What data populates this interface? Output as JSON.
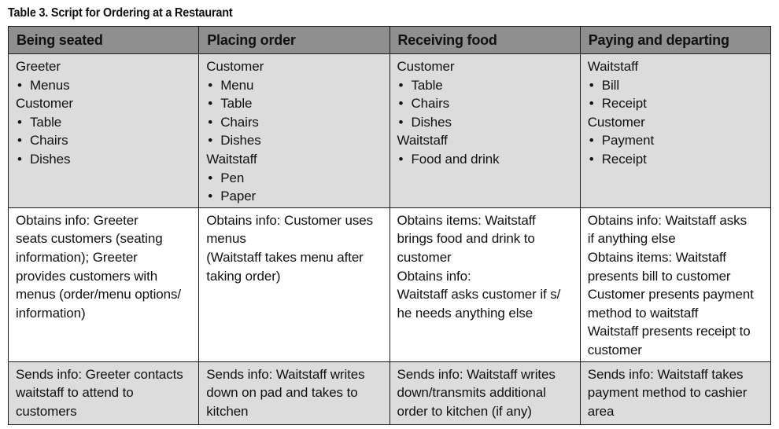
{
  "caption": "Table 3. Script for Ordering at a Restaurant",
  "headers": [
    "Being seated",
    "Placing order",
    "Receiving food",
    "Paying and departing"
  ],
  "rows": [
    {
      "style": "gray",
      "cells": [
        [
          {
            "t": "Greeter",
            "b": false
          },
          {
            "t": "Menus",
            "b": true
          },
          {
            "t": "Customer",
            "b": false
          },
          {
            "t": "Table",
            "b": true
          },
          {
            "t": "Chairs",
            "b": true
          },
          {
            "t": "Dishes",
            "b": true
          }
        ],
        [
          {
            "t": "Customer",
            "b": false
          },
          {
            "t": "Menu",
            "b": true
          },
          {
            "t": "Table",
            "b": true
          },
          {
            "t": "Chairs",
            "b": true
          },
          {
            "t": "Dishes",
            "b": true
          },
          {
            "t": "Waitstaff",
            "b": false
          },
          {
            "t": "Pen",
            "b": true
          },
          {
            "t": "Paper",
            "b": true
          }
        ],
        [
          {
            "t": "Customer",
            "b": false
          },
          {
            "t": "Table",
            "b": true
          },
          {
            "t": "Chairs",
            "b": true
          },
          {
            "t": "Dishes",
            "b": true
          },
          {
            "t": "Waitstaff",
            "b": false
          },
          {
            "t": "Food and drink",
            "b": true
          }
        ],
        [
          {
            "t": "Waitstaff",
            "b": false
          },
          {
            "t": "Bill",
            "b": true
          },
          {
            "t": "Receipt",
            "b": true
          },
          {
            "t": "Customer",
            "b": false
          },
          {
            "t": "Payment",
            "b": true
          },
          {
            "t": "Receipt",
            "b": true
          }
        ]
      ]
    },
    {
      "style": "white",
      "cells": [
        [
          {
            "t": "Obtains info: Greeter",
            "b": false
          },
          {
            "t": "seats customers (seating",
            "b": false
          },
          {
            "t": "information); Greeter",
            "b": false
          },
          {
            "t": "provides customers with",
            "b": false
          },
          {
            "t": "menus (order/menu options/",
            "b": false
          },
          {
            "t": "information)",
            "b": false
          }
        ],
        [
          {
            "t": "Obtains info: Customer uses",
            "b": false
          },
          {
            "t": "menus",
            "b": false
          },
          {
            "t": "(Waitstaff takes menu after",
            "b": false
          },
          {
            "t": "taking order)",
            "b": false
          }
        ],
        [
          {
            "t": "Obtains items: Waitstaff",
            "b": false
          },
          {
            "t": "brings food and drink to",
            "b": false
          },
          {
            "t": "customer",
            "b": false
          },
          {
            "t": "Obtains info:",
            "b": false
          },
          {
            "t": "Waitstaff asks customer if s/",
            "b": false
          },
          {
            "t": "he needs anything else",
            "b": false
          }
        ],
        [
          {
            "t": "Obtains info: Waitstaff asks",
            "b": false
          },
          {
            "t": "if anything else",
            "b": false
          },
          {
            "t": "Obtains items: Waitstaff",
            "b": false
          },
          {
            "t": "presents bill to customer",
            "b": false
          },
          {
            "t": "Customer presents payment",
            "b": false
          },
          {
            "t": "method to waitstaff",
            "b": false
          },
          {
            "t": "Waitstaff presents receipt to",
            "b": false
          },
          {
            "t": "customer",
            "b": false
          }
        ]
      ]
    },
    {
      "style": "gray",
      "cells": [
        [
          {
            "t": "Sends info: Greeter contacts",
            "b": false
          },
          {
            "t": "waitstaff to attend to",
            "b": false
          },
          {
            "t": "customers",
            "b": false
          }
        ],
        [
          {
            "t": "Sends info: Waitstaff writes",
            "b": false
          },
          {
            "t": "down on pad and takes to",
            "b": false
          },
          {
            "t": "kitchen",
            "b": false
          }
        ],
        [
          {
            "t": "Sends info: Waitstaff writes",
            "b": false
          },
          {
            "t": "down/transmits additional",
            "b": false
          },
          {
            "t": "order to kitchen (if any)",
            "b": false
          }
        ],
        [
          {
            "t": "Sends info: Waitstaff takes",
            "b": false
          },
          {
            "t": "payment method to cashier",
            "b": false
          },
          {
            "t": "area",
            "b": false
          }
        ]
      ]
    }
  ]
}
